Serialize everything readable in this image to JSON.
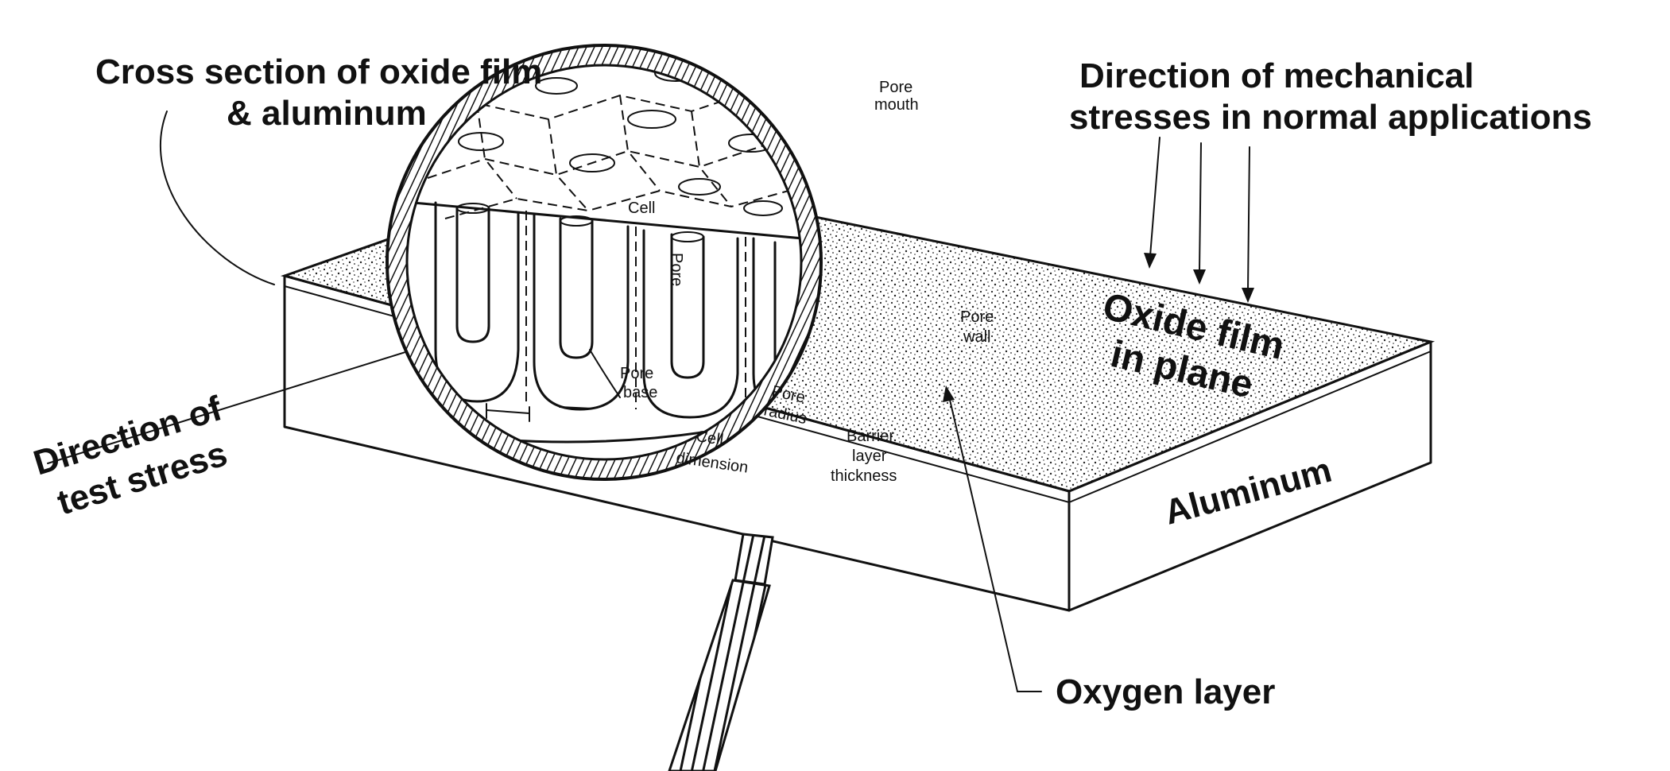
{
  "labels": {
    "cross_section_1": "Cross section of oxide film",
    "cross_section_2": "& aluminum",
    "mech_1": "Direction of mechanical",
    "mech_2": "stresses in normal applications",
    "test_1": "Direction of",
    "test_2": "test stress",
    "oxide_1": "Oxide film",
    "oxide_2": "in plane",
    "aluminum": "Aluminum",
    "oxygen": "Oxygen layer",
    "pore_mouth_1": "Pore",
    "pore_mouth_2": "mouth",
    "cell": "Cell",
    "pore": "Pore",
    "pore_wall_1": "Pore",
    "pore_wall_2": "wall",
    "pore_base_1": "Pore",
    "pore_base_2": "base",
    "pore_radius_1": "Pore",
    "pore_radius_2": "radius",
    "cell_dim_1": "Cell",
    "cell_dim_2": "dimension",
    "barrier_1": "Barrier",
    "barrier_2": "layer",
    "barrier_3": "thickness"
  }
}
